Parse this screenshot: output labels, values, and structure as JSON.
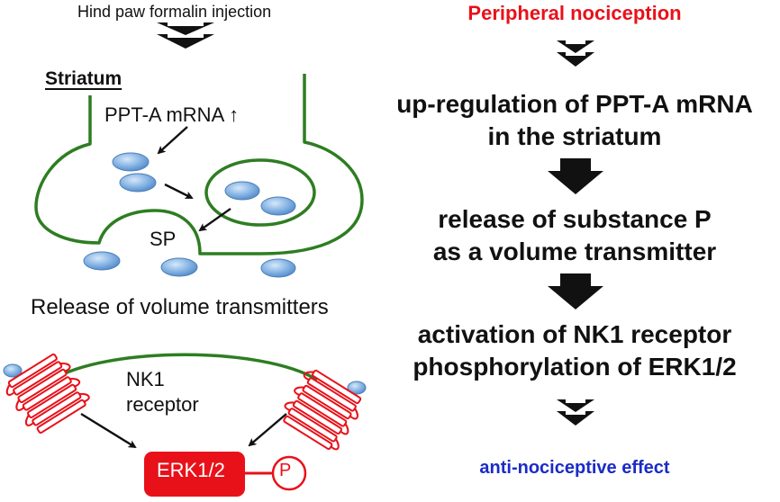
{
  "left": {
    "trigger": "Hind paw formalin injection",
    "region_label": "Striatum",
    "ppt_label": "PPT-A mRNA ↑",
    "sp_label": "SP",
    "release_label": "Release of volume transmitters",
    "receptor_label": "NK1\nreceptor",
    "erk_label": "ERK1/2",
    "phospho_label": "P"
  },
  "right": {
    "step1": "Peripheral nociception",
    "step2": "up-regulation of PPT-A mRNA\nin the striatum",
    "step3": "release of substance P\nas a volume transmitter",
    "step4": "activation of NK1 receptor\nphosphorylation of ERK1/2",
    "step5": "anti-nociceptive effect"
  },
  "colors": {
    "membrane": "#2e7d22",
    "accent_red": "#e8111a",
    "accent_blue": "#1a2bc8",
    "vesicle": "#7aaee0"
  }
}
